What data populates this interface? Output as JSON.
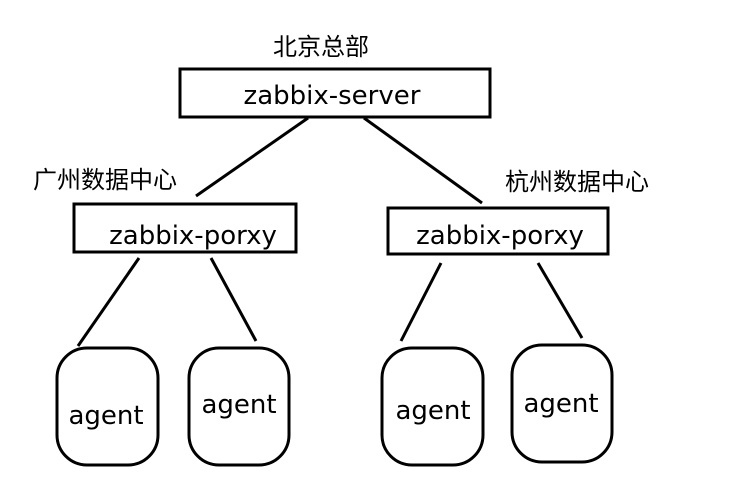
{
  "hq": {
    "label": "北京总部",
    "server": "zabbix-server"
  },
  "guangzhou": {
    "label": "广州数据中心",
    "proxy": "zabbix-porxy",
    "agents": [
      "agent",
      "agent"
    ]
  },
  "hangzhou": {
    "label": "杭州数据中心",
    "proxy": "zabbix-porxy",
    "agents": [
      "agent",
      "agent"
    ]
  },
  "colors": {
    "stroke": "#000000",
    "background": "#ffffff"
  }
}
